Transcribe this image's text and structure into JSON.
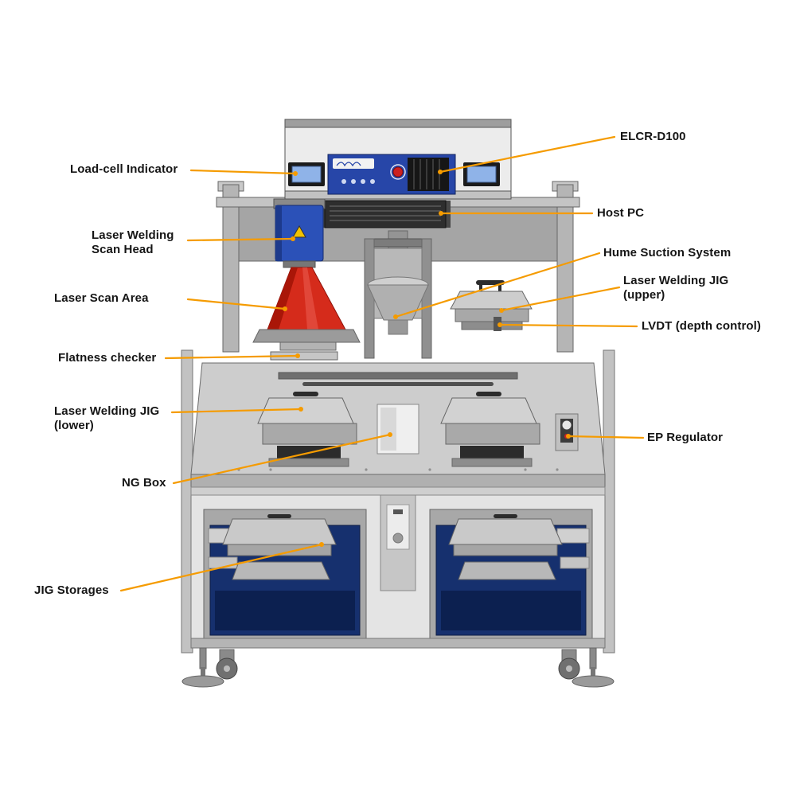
{
  "page": {
    "background": "#ffffff"
  },
  "diagram": {
    "accent_color": "#F59B00",
    "label_text_color": "#151515",
    "machine_colors": {
      "frame_light": "#d6d6d6",
      "frame_mid": "#b0b0b0",
      "frame_dark": "#8f8f8f",
      "panel_blue": "#2746a8",
      "storage_blue": "#16306e",
      "laser_red": "#d52b1b",
      "rack_black": "#2e2e2e"
    },
    "labels": {
      "elcr_d100": "ELCR-D100",
      "load_cell_indicator": "Load-cell Indicator",
      "host_pc": "Host PC",
      "laser_welding_scan_head": "Laser Welding\nScan Head",
      "hume_suction_system": "Hume Suction System",
      "laser_welding_jig_upper": "Laser Welding JIG\n(upper)",
      "laser_scan_area": "Laser Scan Area",
      "lvdt_depth_control": "LVDT (depth control)",
      "flatness_checker": "Flatness checker",
      "laser_welding_jig_lower": "Laser Welding JIG\n(lower)",
      "ep_regulator": "EP Regulator",
      "ng_box": "NG Box",
      "jig_storages": "JIG Storages"
    }
  }
}
